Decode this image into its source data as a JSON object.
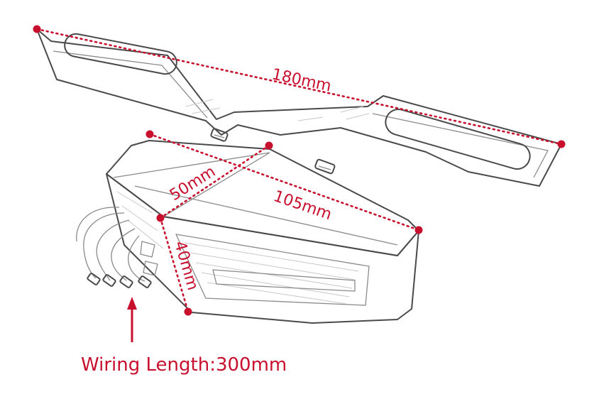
{
  "diagram": {
    "dimensions": {
      "overall_width": "180mm",
      "body_length": "105mm",
      "body_width": "50mm",
      "body_height": "40mm"
    },
    "wiring_label": "Wiring Length:300mm",
    "colors": {
      "dimension": "#c8102e",
      "outline": "#4a4a4a"
    }
  }
}
